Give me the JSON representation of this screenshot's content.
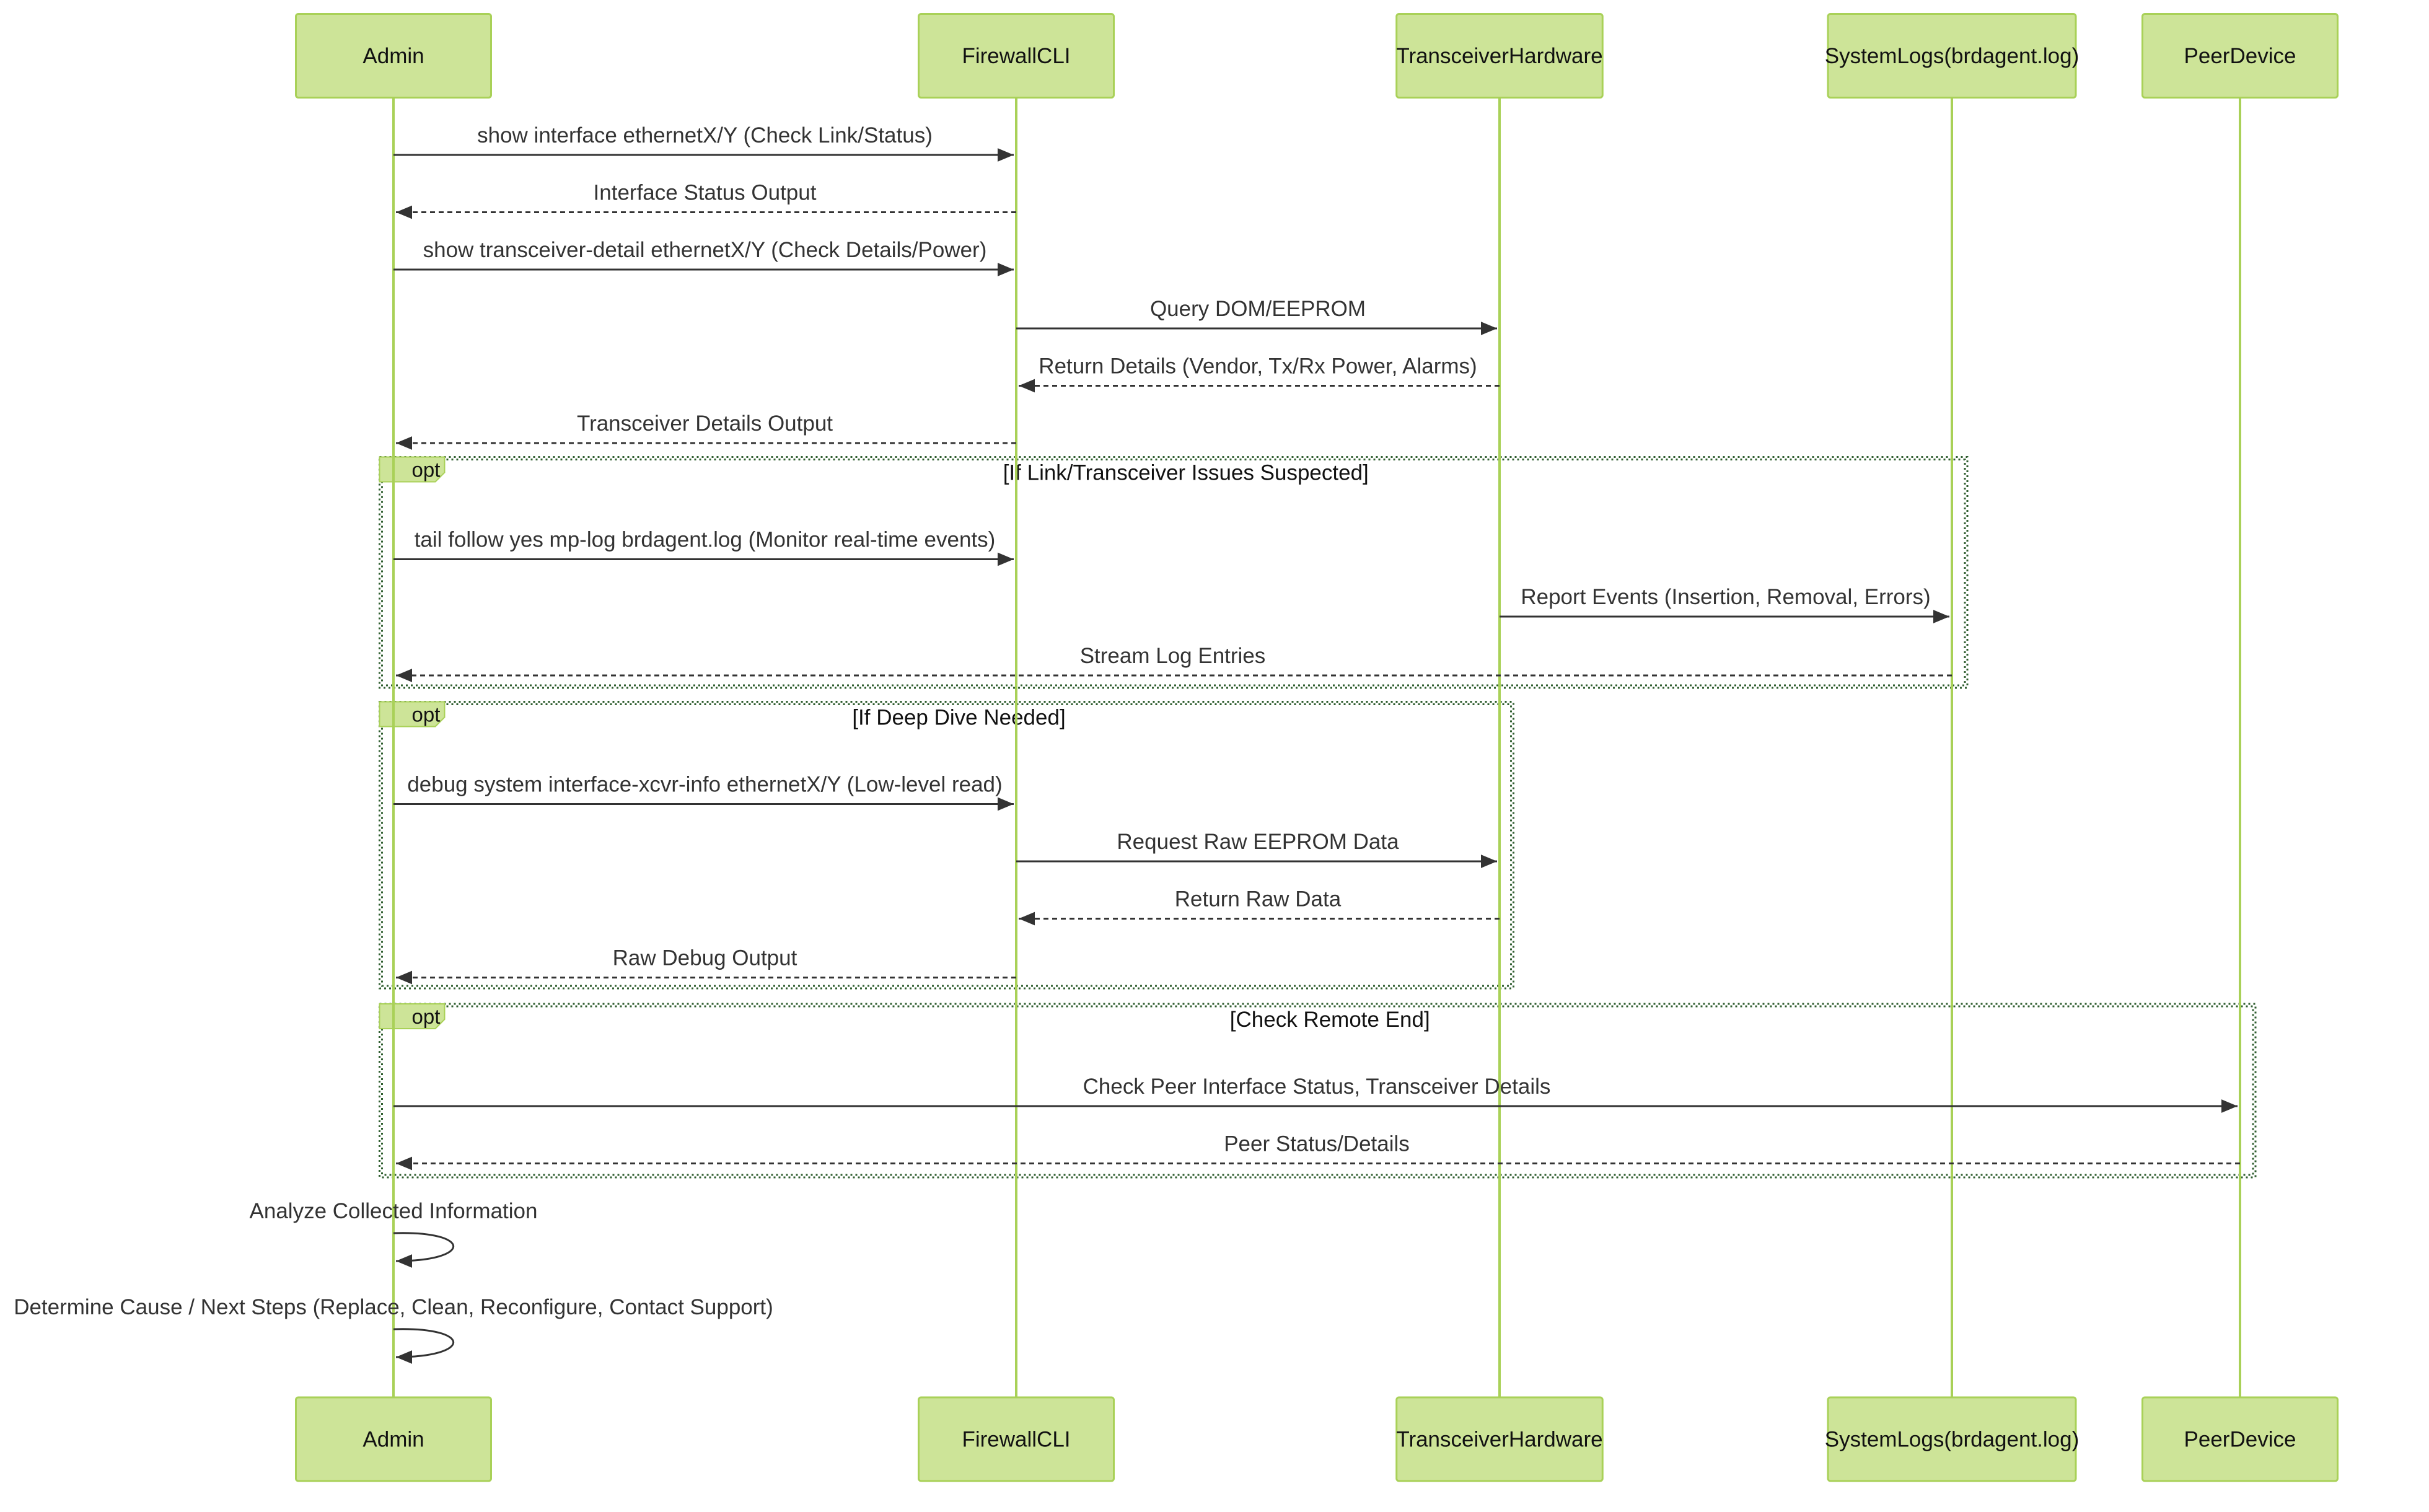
{
  "participants": [
    {
      "name": "Admin"
    },
    {
      "name": "FirewallCLI"
    },
    {
      "name": "TransceiverHardware"
    },
    {
      "name": "SystemLogs(brdagent.log)"
    },
    {
      "name": "PeerDevice"
    }
  ],
  "messages": [
    {
      "from": 0,
      "to": 1,
      "kind": "sync",
      "text": "show interface ethernetX/Y (Check Link/Status)"
    },
    {
      "from": 1,
      "to": 0,
      "kind": "reply",
      "text": "Interface Status Output"
    },
    {
      "from": 0,
      "to": 1,
      "kind": "sync",
      "text": "show transceiver-detail ethernetX/Y (Check Details/Power)"
    },
    {
      "from": 1,
      "to": 2,
      "kind": "sync",
      "text": "Query DOM/EEPROM"
    },
    {
      "from": 2,
      "to": 1,
      "kind": "reply",
      "text": "Return Details (Vendor, Tx/Rx Power, Alarms)"
    },
    {
      "from": 1,
      "to": 0,
      "kind": "reply",
      "text": "Transceiver Details Output"
    },
    {
      "from": 0,
      "to": 1,
      "kind": "sync",
      "text": "tail follow yes mp-log brdagent.log (Monitor real-time events)"
    },
    {
      "from": 2,
      "to": 3,
      "kind": "sync",
      "text": "Report Events (Insertion, Removal, Errors)"
    },
    {
      "from": 3,
      "to": 0,
      "kind": "reply",
      "text": "Stream Log Entries"
    },
    {
      "from": 0,
      "to": 1,
      "kind": "sync",
      "text": "debug system interface-xcvr-info ethernetX/Y (Low-level read)"
    },
    {
      "from": 1,
      "to": 2,
      "kind": "sync",
      "text": "Request Raw EEPROM Data"
    },
    {
      "from": 2,
      "to": 1,
      "kind": "reply",
      "text": "Return Raw Data"
    },
    {
      "from": 1,
      "to": 0,
      "kind": "reply",
      "text": "Raw Debug Output"
    },
    {
      "from": 0,
      "to": 4,
      "kind": "sync",
      "text": "Check Peer Interface Status, Transceiver Details"
    },
    {
      "from": 4,
      "to": 0,
      "kind": "reply",
      "text": "Peer Status/Details"
    },
    {
      "from": 0,
      "to": 0,
      "kind": "self",
      "text": "Analyze Collected Information"
    },
    {
      "from": 0,
      "to": 0,
      "kind": "self",
      "text": "Determine Cause / Next Steps (Replace, Clean, Reconfigure, Contact Support)"
    }
  ],
  "fragments": [
    {
      "keyword": "opt",
      "condition": "[If Link/Transceiver Issues Suspected]",
      "first_message": 6,
      "last_message": 8
    },
    {
      "keyword": "opt",
      "condition": "[If Deep Dive Needed]",
      "first_message": 9,
      "last_message": 12
    },
    {
      "keyword": "opt",
      "condition": "[Check Remote End]",
      "first_message": 13,
      "last_message": 14
    }
  ],
  "colors": {
    "actor_fill": "#cde498",
    "actor_border": "#a9d158",
    "lifeline": "#a9d158",
    "arrow": "#333333",
    "frame_border": "#2f5e2f"
  }
}
